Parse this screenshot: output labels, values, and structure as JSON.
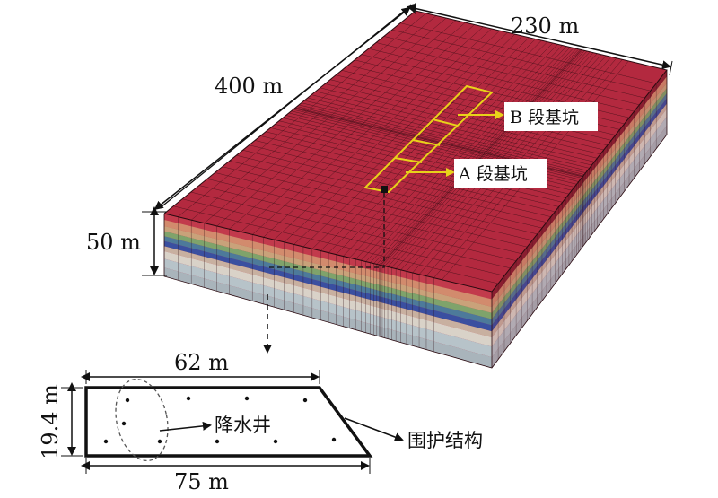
{
  "model": {
    "length_label": "400 m",
    "width_label": "230 m",
    "depth_label": "50 m",
    "zone_b_label": "B 段基坑",
    "zone_a_label": "A 段基坑",
    "colors": {
      "top_surface": "#b3293f",
      "front_face": "#c23a4c",
      "side_face": "#8a1e30",
      "mesh_line": "#2a0a10",
      "outline_yellow": "#e8d21a",
      "strata": [
        "#d28b6d",
        "#c9a27a",
        "#7fa36b",
        "#4d7a9a",
        "#3a4fa0",
        "#c8b0a0",
        "#d9d2c8",
        "#b7c3c9",
        "#a9b4bb"
      ]
    }
  },
  "plan": {
    "top_width_label": "62 m",
    "bottom_width_label": "75 m",
    "height_label": "19.4 m",
    "well_label": "降水井",
    "wall_label": "围护结构"
  }
}
